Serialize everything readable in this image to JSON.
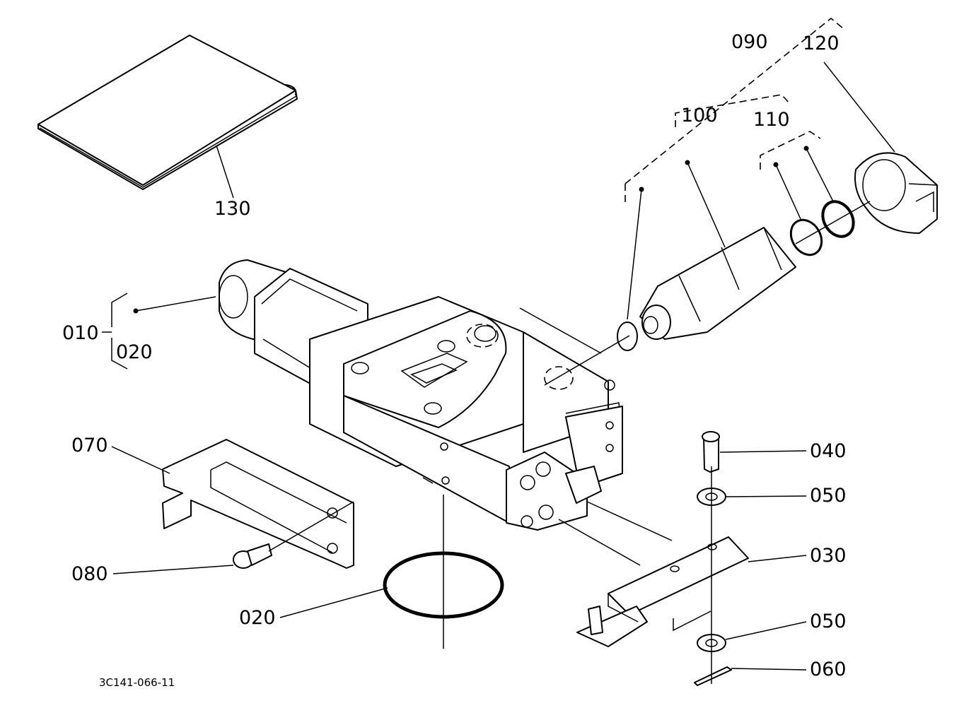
{
  "diagram": {
    "drawing_code": "3C141-066-11",
    "colors": {
      "line": "#000000",
      "background": "#ffffff"
    },
    "callouts": [
      {
        "id": "130",
        "text": "130"
      },
      {
        "id": "090",
        "text": "090"
      },
      {
        "id": "120",
        "text": "120"
      },
      {
        "id": "100",
        "text": "100"
      },
      {
        "id": "110",
        "text": "110"
      },
      {
        "id": "010",
        "text": "010"
      },
      {
        "id": "020a",
        "text": "020"
      },
      {
        "id": "070",
        "text": "070"
      },
      {
        "id": "040",
        "text": "040"
      },
      {
        "id": "050a",
        "text": "050"
      },
      {
        "id": "030",
        "text": "030"
      },
      {
        "id": "080",
        "text": "080"
      },
      {
        "id": "020b",
        "text": "020"
      },
      {
        "id": "050b",
        "text": "050"
      },
      {
        "id": "060",
        "text": "060"
      }
    ]
  }
}
